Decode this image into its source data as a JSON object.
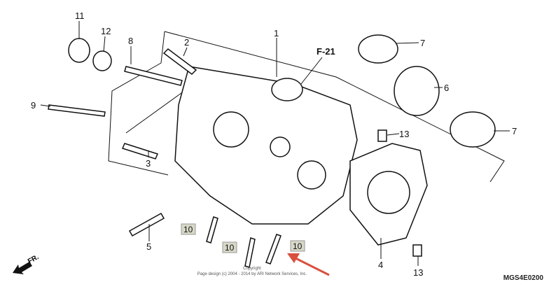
{
  "diagram": {
    "callouts": {
      "c1": "1",
      "c2": "2",
      "c3": "3",
      "c4": "4",
      "c5": "5",
      "c6": "6",
      "c7a": "7",
      "c7b": "7",
      "c8": "8",
      "c9": "9",
      "c11": "11",
      "c12": "12",
      "c13a": "13",
      "c13b": "13"
    },
    "highlighted": [
      "10",
      "10",
      "10"
    ],
    "reference": "F-21",
    "front_marker": "FR.",
    "diagram_code": "MGS4E0200",
    "copyright_title": "Copyright",
    "copyright_text": "Page design (c) 2004 - 2014 by ARI Network Services, Inc.",
    "colors": {
      "highlight_box": "#d8d8c8",
      "arrow": "#d9503f"
    }
  }
}
